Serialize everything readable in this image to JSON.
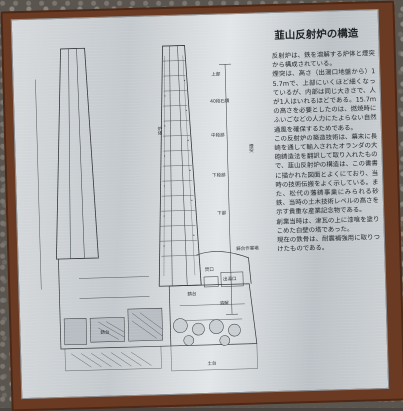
{
  "sign": {
    "title": "韮山反射炉の構造",
    "paragraphs": [
      "反射炉は、鉄を溶解する炉体と煙突から構成されている。",
      "煙突は、高さ（出湯口地盤から）15.7mで、上部にいくほど細くなっているが、内部は同じ大きさで、人が1人はいれるほどである。15.7mの高さを必要としたのは、燃焼時にふいごなどの人力にたよらない自然通風を確保するためである。",
      "この反射炉の築造技術は、幕末に長崎を通して輸入されたオランダの大砲鋳造法を翻訳して取り入れたもので、韮山反射炉の構造は、この書書に描かれた図面とよくにており、当時の技術伝搬をよく示している。また、松代の藩鋳事業にみられる砂鉄、当時の土木技術レベルの高さを示す貴重な産業記念物である。",
      "創業当時は、津瓦の上に漆喰を塗りこめた白壁の塔であった。",
      "現在の鉄骨は、耐震補強用に取りつけたものである。"
    ]
  },
  "diagram": {
    "labels": {
      "top": "上部",
      "chimney_upper": "40段石積",
      "middle": "中段部",
      "lower": "下段部",
      "bottom": "下部",
      "chimney": "煙突",
      "body": "炉体",
      "firebox": "焚口",
      "outlet": "出湯口",
      "gate": "鋳台",
      "left_annex": "鋳台",
      "base": "土台",
      "platform": "鋳台作業場",
      "furnace": "溶解"
    }
  }
}
